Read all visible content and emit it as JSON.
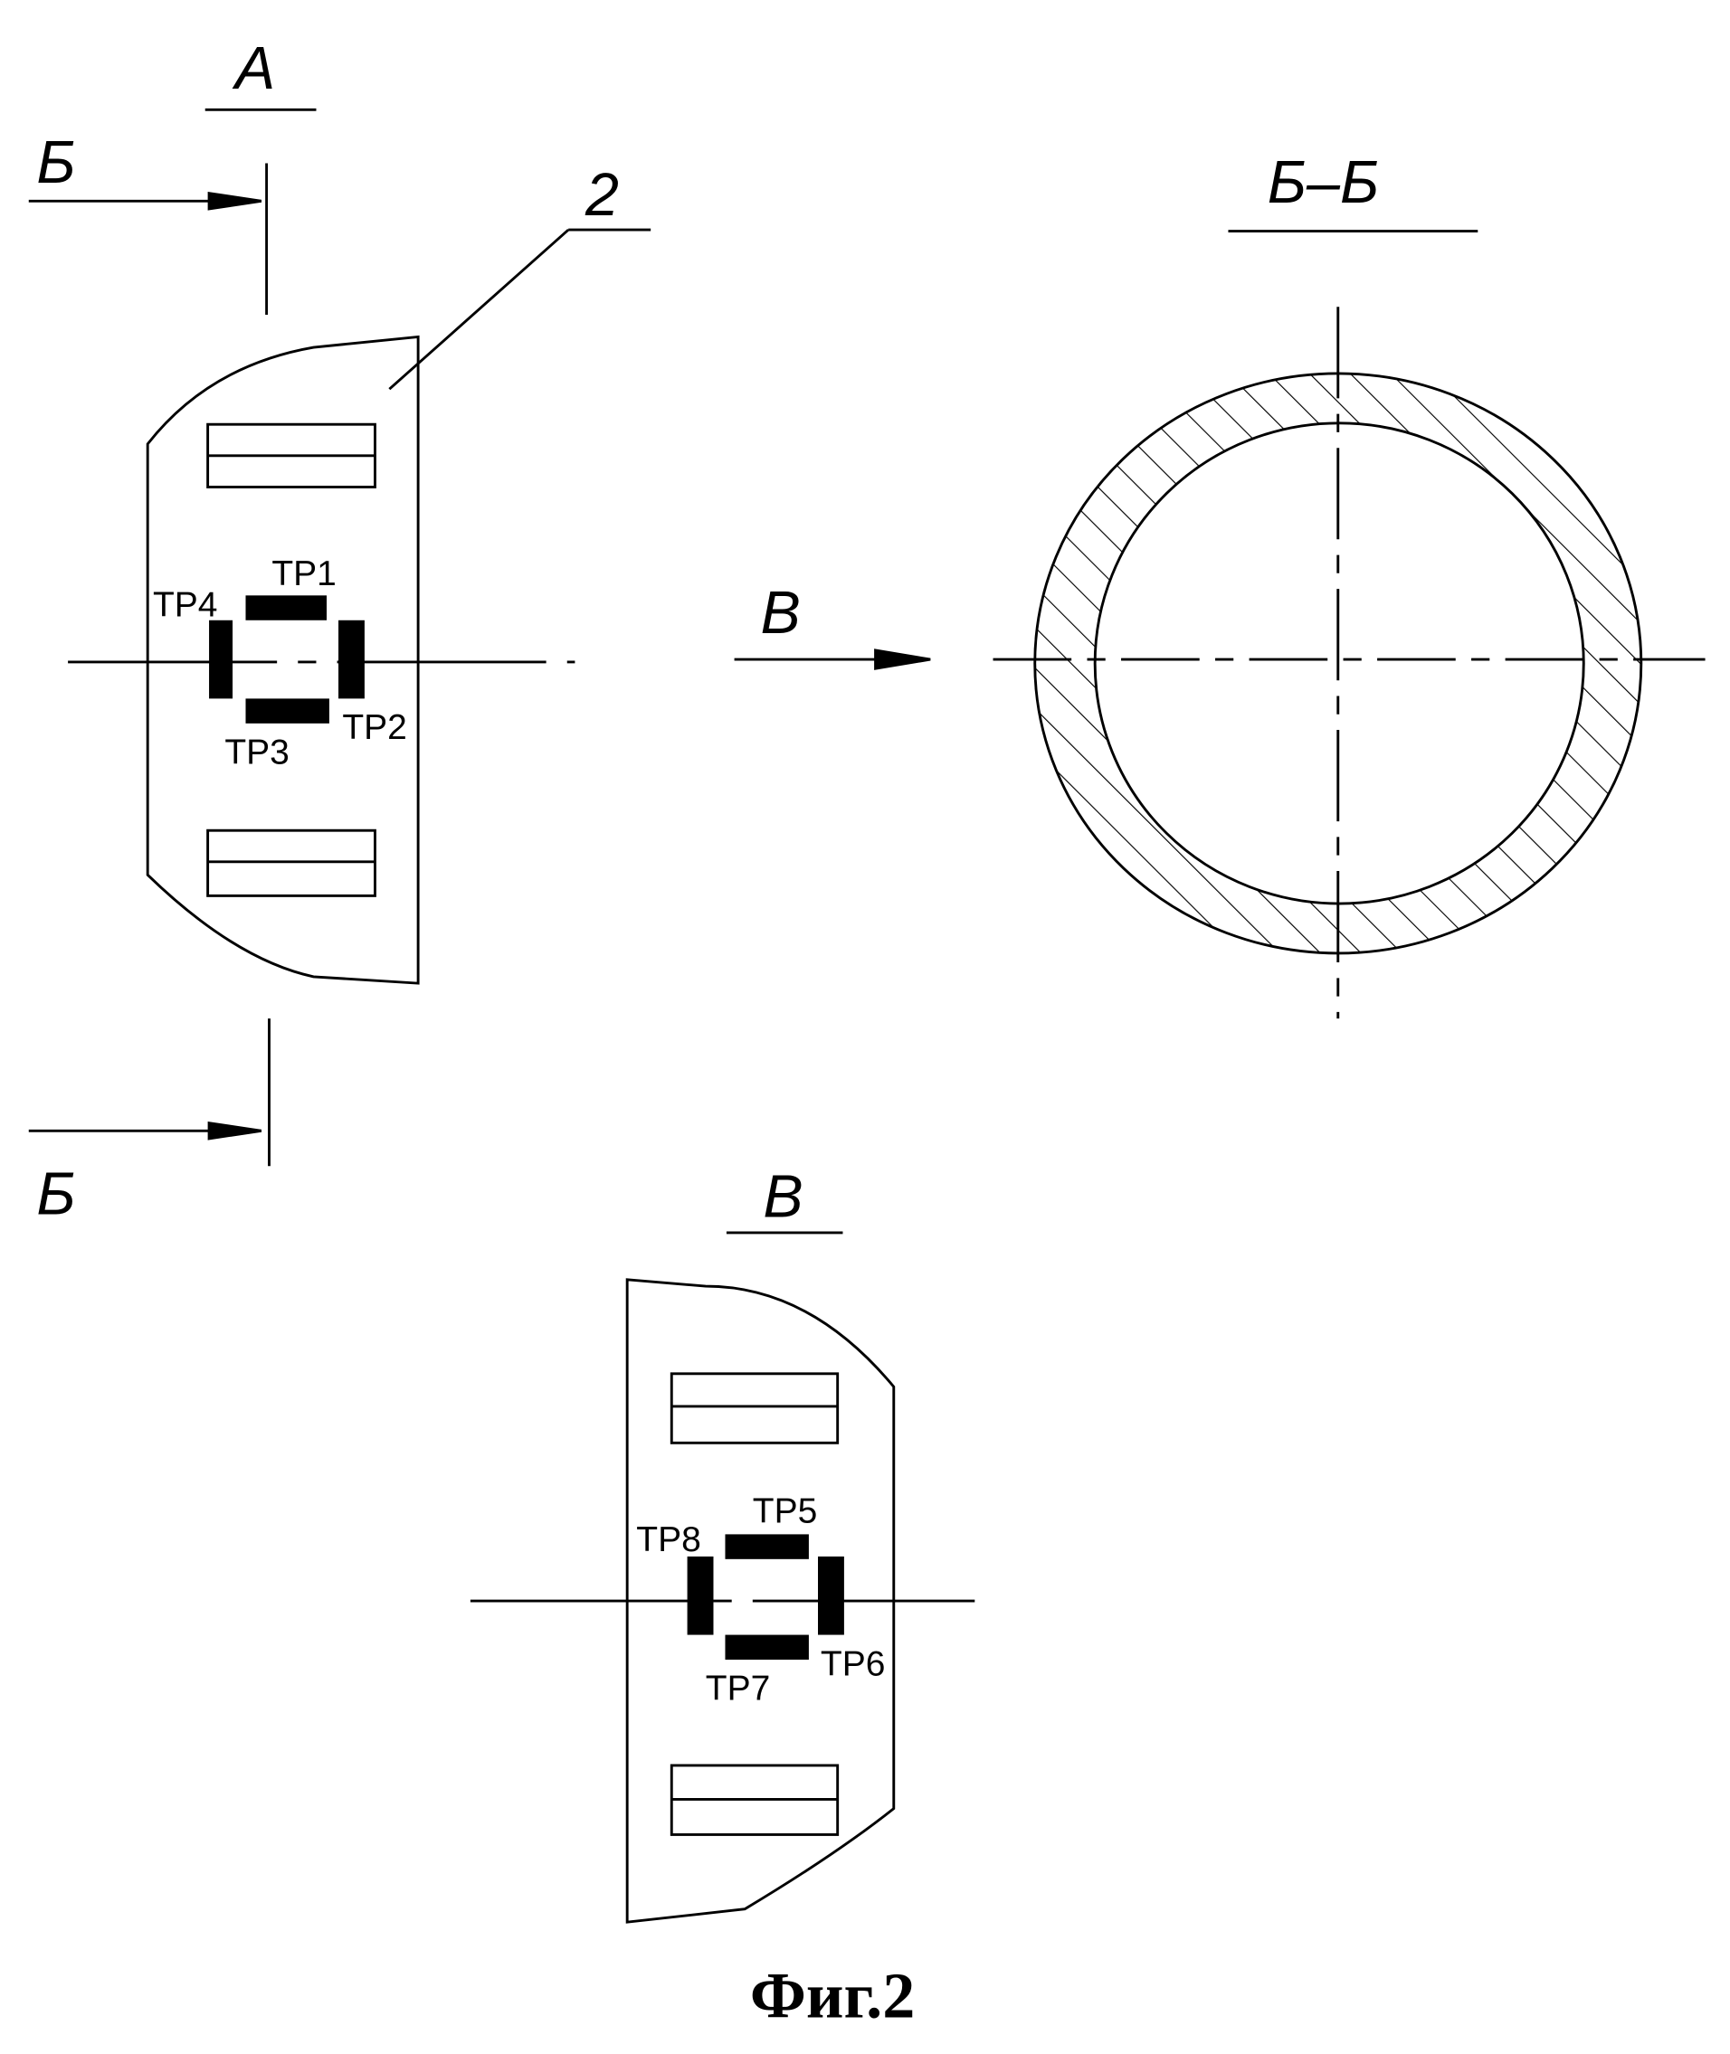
{
  "view_a": {
    "title": "А",
    "section_mark_top": "Б",
    "section_mark_bottom": "Б",
    "part_number": "2",
    "sensors": [
      "ТР1",
      "ТР2",
      "ТР3",
      "ТР4"
    ]
  },
  "section_bb": {
    "title": "Б–Б",
    "view_arrow_label": "В"
  },
  "view_v": {
    "title": "В",
    "sensors": [
      "ТР5",
      "ТР6",
      "ТР7",
      "ТР8"
    ]
  },
  "caption": "Фиг.2"
}
